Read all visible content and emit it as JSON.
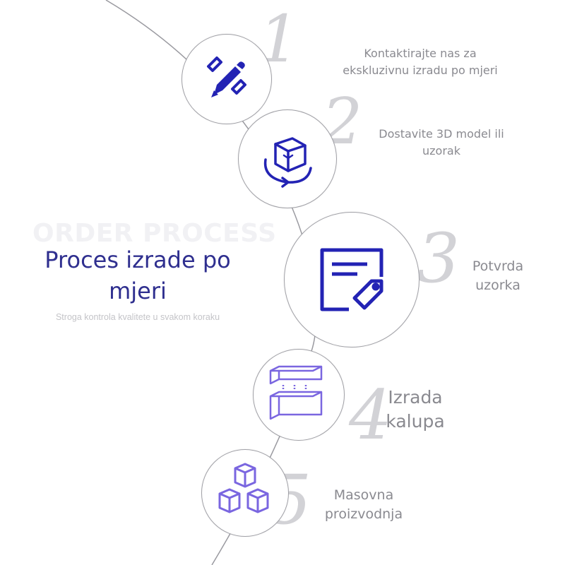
{
  "header": {
    "watermark": "ORDER PROCESS",
    "title": "Proces izrade po mjeri",
    "subtitle": "Stroga kontrola kvalitete u svakom koraku"
  },
  "steps": [
    {
      "number": "1",
      "label": "Kontaktirajte nas za ekskluzivnu izradu po mjeri",
      "icon": "pencil-ruler-icon"
    },
    {
      "number": "2",
      "label": "Dostavite 3D model ili uzorak",
      "icon": "cube-rotate-icon"
    },
    {
      "number": "3",
      "label": "Potvrda uzorka",
      "icon": "document-tag-icon"
    },
    {
      "number": "4",
      "label": "Izrada kalupa",
      "icon": "mold-box-icon"
    },
    {
      "number": "5",
      "label": "Masovna proizvodnja",
      "icon": "stacked-cubes-icon"
    }
  ],
  "colors": {
    "accent": "#2323b4",
    "accent_light": "#7a66e0",
    "title": "#2f2f8f"
  }
}
